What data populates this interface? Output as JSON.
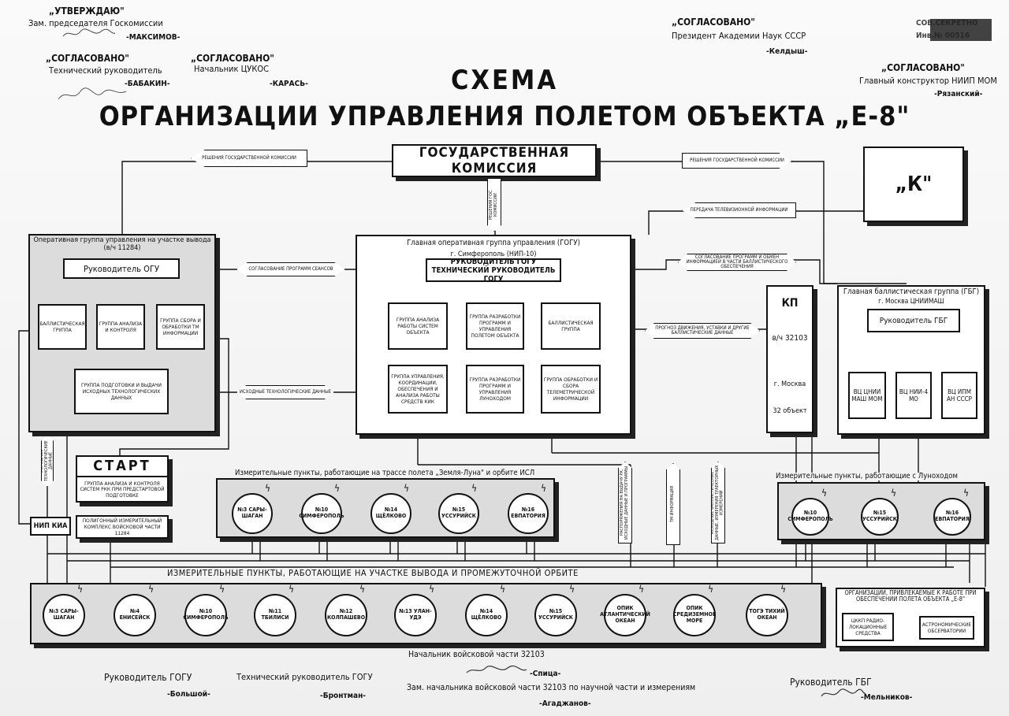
{
  "header": {
    "approve_title": "„УТВЕРЖДАЮ\"",
    "approve_role": "Зам. председателя Госкомиссии",
    "approve_name": "-МАКСИМОВ-",
    "agreed1_title": "„СОГЛАСОВАНО\"",
    "agreed1_role": "Технический руководитель",
    "agreed1_name": "-БАБАКИН-",
    "agreed2_title": "„СОГЛАСОВАНО\"",
    "agreed2_role": "Начальник ЦУКОС",
    "agreed2_name": "-КАРАСЬ-",
    "agreed3_title": "„СОГЛАСОВАНО\"",
    "agreed3_role": "Президент Академии Наук СССР",
    "agreed3_name": "-Келдыш-",
    "agreed4_title": "„СОГЛАСОВАНО\"",
    "agreed4_role": "Главный конструктор НИИП МОМ",
    "agreed4_name": "-Рязанский-",
    "corner_line1": "СОВ.СЕКРЕТНО",
    "corner_line2": "Инв.№ 00516"
  },
  "title": {
    "line1": "СХЕМА",
    "line2": "ОРГАНИЗАЦИИ УПРАВЛЕНИЯ ПОЛЕТОМ ОБЪЕКТА „Е-8\""
  },
  "gos_commission": "ГОСУДАРСТВЕННАЯ КОМИССИЯ",
  "k_box": "„К\"",
  "arrows": {
    "decision_left": "РЕШЕНИЯ ГОСУДАРСТВЕННОЙ КОМИССИИ",
    "decision_right": "РЕШЕНИЯ ГОСУДАРСТВЕННОЙ КОМИССИИ",
    "decision_down": "РЕШЕНИЯ ГОС. КОМИССИИ",
    "tv_transfer": "ПЕРЕДАЧА ТЕЛЕВИЗИОННОЙ ИНФОРМАЦИИ",
    "program_agree": "СОГЛАСОВАНИЕ ПРОГРАММ СЕАНСОВ",
    "ballistic_exchange": "СОГЛАСОВАНИЕ ПРОГРАММ И ОБМЕН ИНФОРМАЦИЕЙ В ЧАСТИ БАЛЛИСТИЧЕСКОГО ОБЕСПЕЧЕНИЯ",
    "forecast": "ПРОГНОЗ ДВИЖЕНИЯ, УСТАВКИ И ДРУГИЕ БАЛЛИСТИЧЕСКИЕ ДАННЫЕ",
    "initial_data": "ИСХОДНЫЕ ТЕХНОЛОГИЧЕСКИЕ ДАННЫЕ",
    "tech_data_vertical": "ИСХОДНЫЕ ТЕХНОЛОГИЧЕСКИЕ ДАННЫЕ",
    "commands_vertical": "РАСПОРЯЖЕНИЯ НА ВЫДАЧУ РК, ИСХОДНЫЕ ДАННЫЕ И ПРОГРАММЫ",
    "tm_vertical": "ТМ ИНФОРМАЦИЯ",
    "ballistic_vertical": "ИСХОДНЫЕ БАЛЛИСТИЧЕСКИЕ ДАННЫЕ, ИЗМЕРЕНИЯ ТРАЕКТОРНЫХ ИЗМЕРЕНИЙ"
  },
  "ogu": {
    "title": "Оперативная группа управления на участке вывода (в/ч 11284)",
    "head": "Руководитель ОГУ",
    "g1": "БАЛЛИСТИЧЕСКАЯ ГРУППА",
    "g2": "ГРУППА АНАЛИЗА И КОНТРОЛЯ",
    "g3": "ГРУППА СБОРА И ОБРАБОТКИ ТМ ИНФОРМАЦИИ",
    "g4": "ГРУППА ПОДГОТОВКИ И ВЫДАЧИ ИСХОДНЫХ ТЕХНОЛОГИЧЕСКИХ ДАННЫХ"
  },
  "gogu": {
    "title": "Главная оперативная группа управления (ГОГУ)",
    "location": "г. Симферополь (НИП-10)",
    "head": "РУКОВОДИТЕЛЬ ГОГУ ТЕХНИЧЕСКИЙ РУКОВОДИТЕЛЬ ГОГУ",
    "g1": "ГРУППА АНАЛИЗА РАБОТЫ СИСТЕМ ОБЪЕКТА",
    "g2": "ГРУППА РАЗРАБОТКИ ПРОГРАММ И УПРАВЛЕНИЯ ПОЛЕТОМ ОБЪЕКТА",
    "g3": "БАЛЛИСТИЧЕСКАЯ ГРУППА",
    "g4": "ГРУППА УПРАВЛЕНИЯ, КООРДИНАЦИИ, ОБЕСПЕЧЕНИЯ И АНАЛИЗА РАБОТЫ СРЕДСТВ КИК",
    "g5": "ГРУППА РАЗРАБОТКИ ПРОГРАММ И УПРАВЛЕНИЯ ЛУНОХОДОМ",
    "g6": "ГРУППА ОБРАБОТКИ И СБОРА ТЕЛЕМЕТРИЧЕСКОЙ ИНФОРМАЦИИ"
  },
  "kp": {
    "l1": "КП",
    "l2": "в/ч 32103",
    "l3": "г. Москва",
    "l4": "32 объект"
  },
  "gbg": {
    "title": "Главная баллистическая группа (ГБГ)",
    "location": "г. Москва ЦНИИМАШ",
    "head": "Руководитель ГБГ",
    "vc1": "ВЦ ЦНИИ МАШ МОМ",
    "vc2": "ВЦ НИИ-4 МО",
    "vc3": "ВЦ ИПМ АН СССР"
  },
  "start": {
    "title": "СТАРТ",
    "sub": "ГРУППА АНАЛИЗА И КОНТРОЛЯ СИСТЕМ РКК ПРИ ПРЕДСТАРТОВОЙ ПОДГОТОВКЕ"
  },
  "nip_kia": "НИП КИА",
  "polygon": "ПОЛИГОННЫЙ ИЗМЕРИТЕЛЬНЫЙ КОМПЛЕКС ВОЙСКОВОЙ ЧАСТИ 11284",
  "route": {
    "title": "Измерительные пункты, работающие на трассе полета „Земля-Луна\" и орбите ИСЛ",
    "points": [
      "№3 САРЫ-ШАГАН",
      "№10 СИМФЕРОПОЛЬ",
      "№14 ЩЁЛКОВО",
      "№15 УССУРИЙСК",
      "№16 ЕВПАТОРИЯ"
    ]
  },
  "lunokhod": {
    "title": "Измерительные пункты, работающие с Луноходом",
    "points": [
      "№10 СИМФЕРОПОЛЬ",
      "№15 УССУРИЙСК",
      "№16 ЕВПАТОРИЯ"
    ]
  },
  "orbit": {
    "title": "ИЗМЕРИТЕЛЬНЫЕ ПУНКТЫ, РАБОТАЮЩИЕ НА УЧАСТКЕ ВЫВОДА И ПРОМЕЖУТОЧНОЙ ОРБИТЕ",
    "points": [
      "№3 САРЫ-ШАГАН",
      "№4 ЕНИСЕЙСК",
      "№10 СИМФЕРОПОЛЬ",
      "№11 ТБИЛИСИ",
      "№12 КОЛПАШЕВО",
      "№13 УЛАН-УДЭ",
      "№14 ЩЁЛКОВО",
      "№15 УССУРИЙСК",
      "ОПИК АТЛАНТИЧЕСКИЙ ОКЕАН",
      "ОПИК СРЕДИЗЕМНОЕ МОРЕ",
      "ТОГЭ ТИХИЙ ОКЕАН"
    ]
  },
  "orgs": {
    "title": "ОРГАНИЗАЦИИ, ПРИВЛЕКАЕМЫЕ К РАБОТЕ ПРИ ОБЕСПЕЧЕНИИ ПОЛЕТА ОБЪЕКТА „Е-8\"",
    "o1": "ЦККП РАДИО-ЛОКАЦИОННЫЕ СРЕДСТВА",
    "o2": "АСТРОНОМИЧЕСКИЕ ОБСЕРВАТОРИИ"
  },
  "footer": {
    "chief_role": "Начальник войсковой части 32103",
    "chief_name": "-Спица-",
    "deputy_role": "Зам. начальника войсковой части 32103 по научной части и измерениям",
    "deputy_name": "-Агаджанов-",
    "gogu_role": "Руководитель ГОГУ",
    "gogu_name": "-Большой-",
    "tech_role": "Технический руководитель ГОГУ",
    "tech_name": "-Бронтман-",
    "gbg_role": "Руководитель ГБГ",
    "gbg_name": "-Мельников-"
  }
}
